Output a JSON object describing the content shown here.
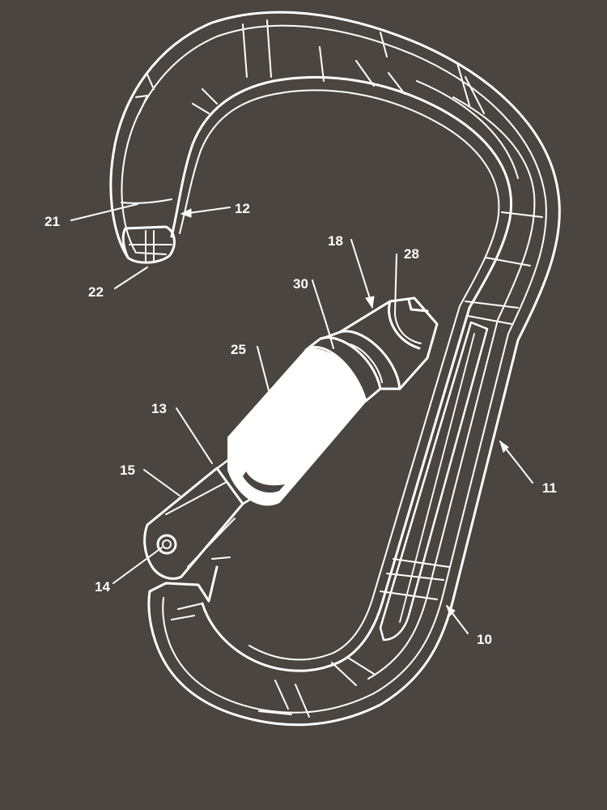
{
  "colors": {
    "background": "#4a4540",
    "line": "#ffffff"
  },
  "labels": {
    "n10": "10",
    "n11": "11",
    "n12": "12",
    "n13": "13",
    "n14": "14",
    "n15": "15",
    "n18": "18",
    "n21": "21",
    "n22": "22",
    "n25": "25",
    "n28": "28",
    "n30": "30"
  }
}
